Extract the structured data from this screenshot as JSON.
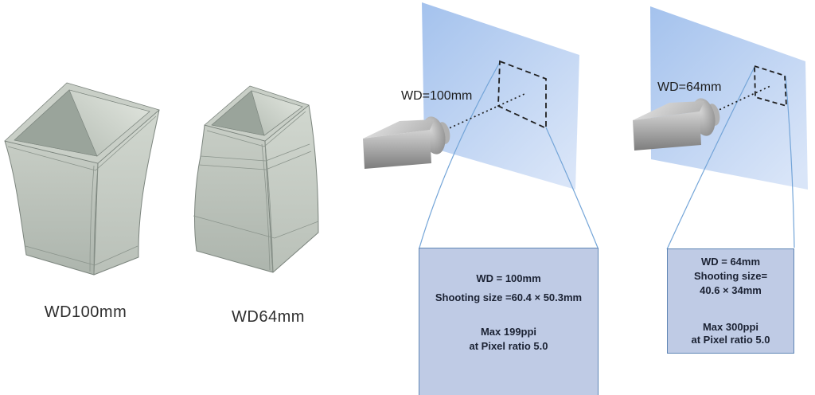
{
  "colors": {
    "background": "#ffffff",
    "screen_blue_dark": "#a4c2ed",
    "screen_blue_light": "#d9e5f8",
    "spec_box_fill": "#bfcbe5",
    "spec_box_border": "#5f86b5",
    "connector_blue": "#74a5d8",
    "dashed_line": "#1f1f1f",
    "hood_gray": "#c3cac2",
    "camera_gray": "#a8a8a8"
  },
  "hood_renders": {
    "left": {
      "label": "WD100mm"
    },
    "right": {
      "label": "WD64mm"
    }
  },
  "diagram_100": {
    "wd_callout": "WD=100mm",
    "spec_box": {
      "line1": "WD = 100mm",
      "line2": "Shooting size =60.4 × 50.3mm",
      "line3": "Max 199ppi",
      "line4": "at Pixel ratio 5.0"
    }
  },
  "diagram_64": {
    "wd_callout": "WD=64mm",
    "spec_box": {
      "line1": "WD = 64mm",
      "line2": "Shooting size=",
      "line3": "40.6 × 34mm",
      "line4": "Max 300ppi",
      "line5": "at Pixel ratio 5.0"
    }
  }
}
